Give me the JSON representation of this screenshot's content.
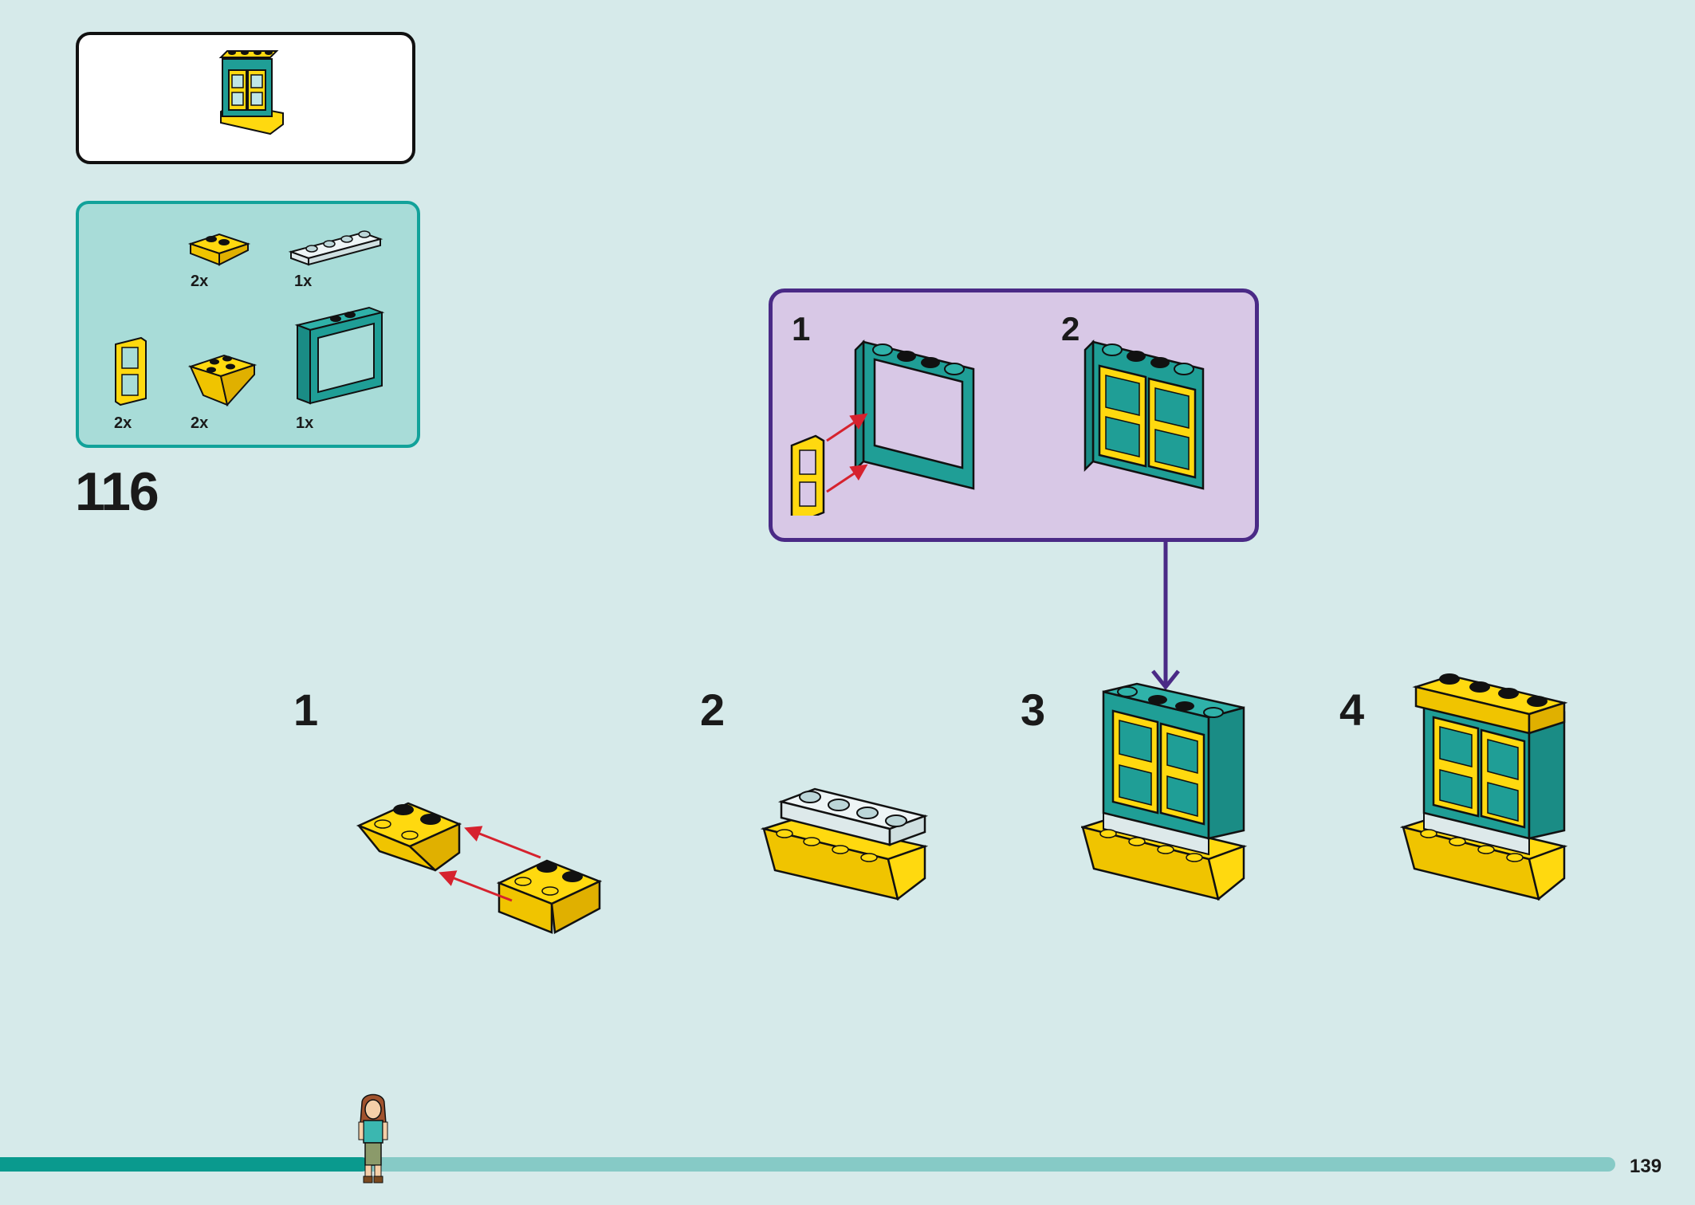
{
  "colors": {
    "background": "#d6eaea",
    "brick_yellow": "#ffd90f",
    "brick_teal": "#1f9e96",
    "brick_light": "#dde9ea",
    "arrow_red": "#d6222e",
    "subassembly_border": "#4a2a86",
    "subassembly_fill": "#d8c8e6",
    "progress": "#0a9a8e"
  },
  "main_step_number": "116",
  "parts_list": {
    "items": [
      {
        "qty": "2x",
        "icon": "yellow-2x2-slope-brick-icon"
      },
      {
        "qty": "1x",
        "icon": "white-1x4-plate-icon"
      },
      {
        "qty": "2x",
        "icon": "yellow-window-pane-icon"
      },
      {
        "qty": "2x",
        "icon": "yellow-inverted-slope-icon"
      },
      {
        "qty": "1x",
        "icon": "teal-window-frame-icon"
      }
    ]
  },
  "subassembly": {
    "steps": [
      {
        "number": "1"
      },
      {
        "number": "2"
      }
    ]
  },
  "steps": [
    {
      "number": "1"
    },
    {
      "number": "2"
    },
    {
      "number": "3"
    },
    {
      "number": "4"
    }
  ],
  "progress": {
    "fraction": 0.228
  },
  "page_number": "139"
}
